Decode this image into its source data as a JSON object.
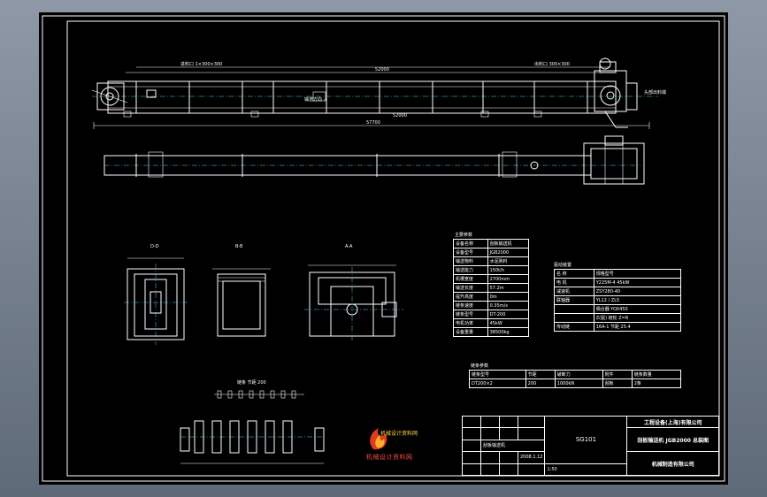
{
  "drawing": {
    "elevation": {
      "inlet_label": "进料口 1×300×300",
      "outlet_label": "出料口 300×300",
      "dim_top": "52000",
      "dim_total": "57700",
      "dim_mid": "52000",
      "head_note": "头部出料端",
      "direction": "输送方向 →"
    },
    "sections": [
      "D-D",
      "B-B",
      "A-A"
    ],
    "chain_label": "链条 节距 200"
  },
  "tables": {
    "params": {
      "title": "主要参数",
      "rows": [
        [
          "设备名称",
          "刮板输送机"
        ],
        [
          "设备型号",
          "JGB2000"
        ],
        [
          "输送物料",
          "水泥熟料"
        ],
        [
          "输送能力",
          "150t/h"
        ],
        [
          "机槽宽度",
          "2700mm"
        ],
        [
          "输送长度",
          "57.2m"
        ],
        [
          "提升高度",
          "0m"
        ],
        [
          "链条速度",
          "0.35m/s"
        ],
        [
          "链条型号",
          "DT-200"
        ],
        [
          "电机功率",
          "45kW"
        ],
        [
          "设备重量",
          "38500kg"
        ]
      ]
    },
    "drive": {
      "title": "驱动装置",
      "rows": [
        [
          "名 称",
          "规格型号"
        ],
        [
          "电 机",
          "Y225M-4 45kW"
        ],
        [
          "减速机",
          "ZSY280-40"
        ],
        [
          "联轴器",
          "YL12 / ZL5"
        ],
        [
          "",
          "偶合器 YOX450"
        ],
        [
          "",
          "Z(驱) 链轮 Z=8"
        ],
        [
          "传动链",
          "16A-1 节距 25.4"
        ]
      ]
    },
    "chain": {
      "title": "链条参数",
      "header": [
        "链条型号",
        "节距",
        "破断力",
        "附件",
        "链条数量"
      ],
      "row": [
        "DT200×2",
        "200",
        "1000kN",
        "刮板",
        "2条"
      ]
    }
  },
  "title_block": {
    "drawing_no": "SG101",
    "company": "工程设备(上海)有限公司",
    "project": "刮板输送机 JGB2000 总装图",
    "row3": "刮板输送机",
    "date": "2008.1.12",
    "manufacturer": "机械制造有限公司",
    "scale_box": "1:50"
  },
  "logo": {
    "top_text": "机械设计资料网",
    "bottom_text": "机械设计资料网"
  },
  "colors": {
    "sheet_background": "#000000",
    "line": "#ffffff",
    "accent_yellow": "#ffd84a",
    "centerline_cyan": "#4fd2ff",
    "logo_red": "#e23a1e"
  }
}
